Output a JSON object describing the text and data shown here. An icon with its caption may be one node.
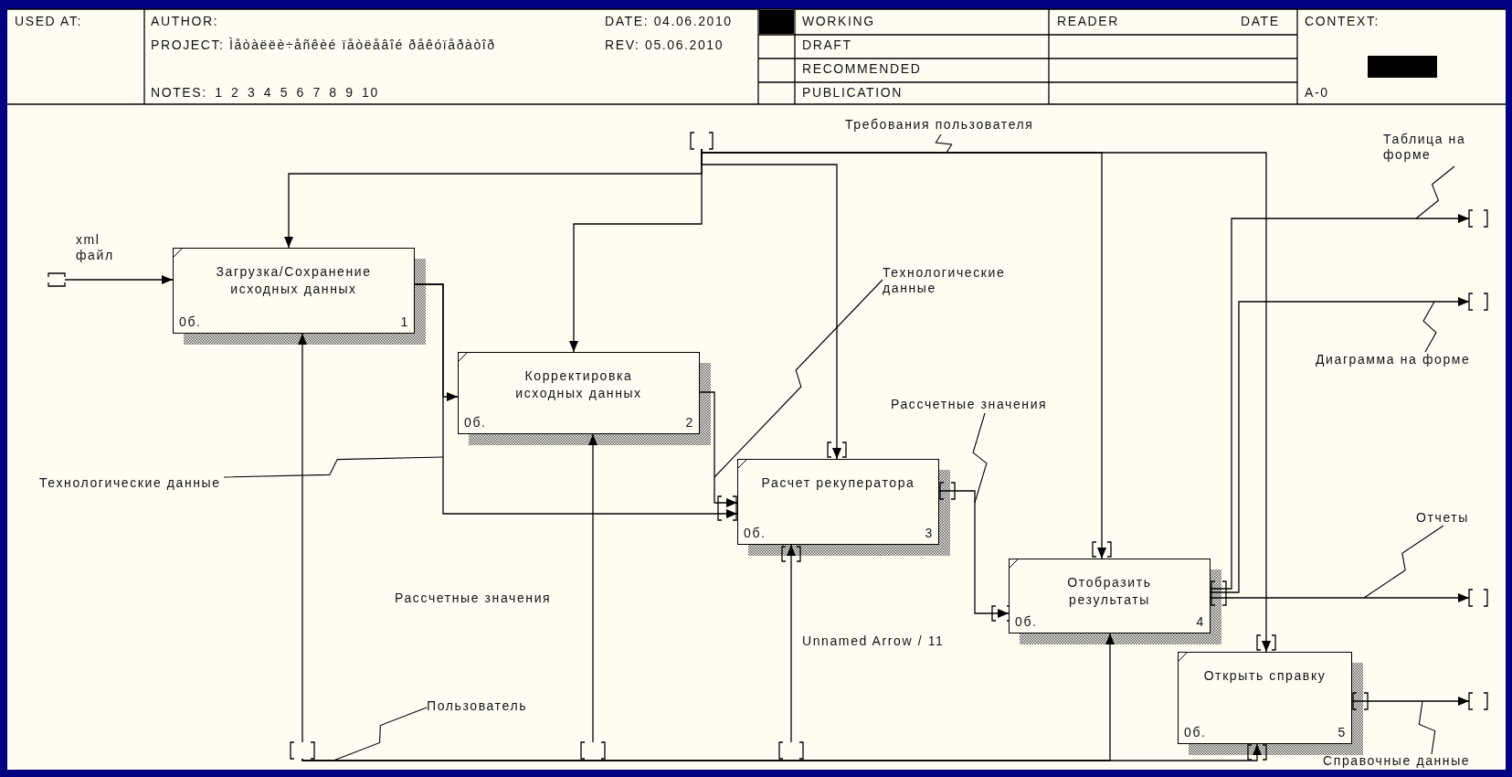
{
  "diagram": {
    "nodes": [
      {
        "text": [
          "Загрузка/Сохранение исходных данных",
          "0б.",
          "1"
        ]
      },
      {
        "text": [
          "Корректировка исходных данных",
          "0б.",
          "2"
        ]
      },
      {
        "text": [
          "Расчет рекуператора",
          "0б.",
          "3"
        ]
      },
      {
        "text": [
          "Отобразить результаты",
          "0б.",
          "4"
        ]
      },
      {
        "text": [
          "Открыть справку",
          "0б.",
          "5"
        ]
      },
      {
        "text": [],
        "shape": "bracket"
      },
      {
        "text": [],
        "shape": "bracket"
      },
      {
        "text": [],
        "shape": "bracket"
      },
      {
        "text": [],
        "shape": "bracket"
      },
      {
        "text": [],
        "shape": "bracket"
      },
      {
        "text": [],
        "shape": "bracket"
      },
      {
        "text": [],
        "shape": "bracket"
      },
      {
        "text": [],
        "shape": "bracket"
      },
      {
        "text": [],
        "shape": "bracket"
      },
      {
        "text": [
          "Требования пользователя"
        ]
      },
      {
        "text": [
          "Технологические данные"
        ]
      },
      {
        "text": [
          "Технологические данные"
        ]
      },
      {
        "text": [
          "Рассчетные значения"
        ]
      },
      {
        "text": [
          "Таблица на форме"
        ]
      },
      {
        "text": [
          "Диаграмма на форме"
        ]
      },
      {
        "text": [
          "Отчеты"
        ]
      },
      {
        "text": [
          "Справочные данные"
        ]
      },
      {
        "text": [
          "Пользователь"
        ]
      }
    ],
    "edges": [
      {
        "from": 5,
        "to": 0,
        "arrow": "to",
        "label": "xml файл"
      },
      {
        "from": 6,
        "to": 0,
        "arrow": "to"
      },
      {
        "from": 6,
        "to": 1,
        "arrow": "to"
      },
      {
        "from": 6,
        "to": 2,
        "arrow": "to"
      },
      {
        "from": 6,
        "to": 3,
        "arrow": "to"
      },
      {
        "from": 6,
        "to": 4,
        "arrow": "to"
      },
      {
        "from": 0,
        "to": 1,
        "arrow": "to"
      },
      {
        "from": 0,
        "to": 2,
        "arrow": "to"
      },
      {
        "from": 1,
        "to": 2,
        "arrow": "to"
      },
      {
        "from": 2,
        "to": 3,
        "arrow": "to"
      },
      {
        "from": 3,
        "to": 10,
        "arrow": "to"
      },
      {
        "from": 3,
        "to": 11,
        "arrow": "to"
      },
      {
        "from": 3,
        "to": 12,
        "arrow": "to"
      },
      {
        "from": 4,
        "to": 13,
        "arrow": "to"
      },
      {
        "from": 7,
        "to": 0,
        "arrow": "to"
      },
      {
        "from": 7,
        "to": 3,
        "arrow": "to"
      },
      {
        "from": 7,
        "to": 4,
        "arrow": "to"
      },
      {
        "from": 8,
        "to": 1,
        "arrow": "to",
        "label": "Рассчетные значения"
      },
      {
        "from": 9,
        "to": 2,
        "arrow": "to",
        "label": "Unnamed Arrow / 11"
      },
      {
        "from": 14,
        "to": null,
        "arrow": "none"
      },
      {
        "from": 15,
        "to": null,
        "arrow": "none"
      },
      {
        "from": 16,
        "to": null,
        "arrow": "none"
      },
      {
        "from": 17,
        "to": null,
        "arrow": "none"
      },
      {
        "from": 18,
        "to": null,
        "arrow": "none"
      },
      {
        "from": 19,
        "to": null,
        "arrow": "none"
      },
      {
        "from": 20,
        "to": null,
        "arrow": "none"
      },
      {
        "from": 21,
        "to": null,
        "arrow": "none"
      },
      {
        "from": 22,
        "to": null,
        "arrow": "none"
      }
    ],
    "labels": [
      "USED AT:",
      "AUTHOR:",
      "DATE: 04.06.2010",
      "WORKING",
      "READER",
      "DATE",
      "CONTEXT:",
      "PROJECT: Ìåòàëëè÷åñêèé ïåòëåâîé ðåêóïåðàòîð",
      "REV: 05.06.2010",
      "DRAFT",
      "RECOMMENDED",
      "NOTES: 1 2 3 4 5 6 7 8 9 10",
      "PUBLICATION",
      "A-0"
    ]
  }
}
